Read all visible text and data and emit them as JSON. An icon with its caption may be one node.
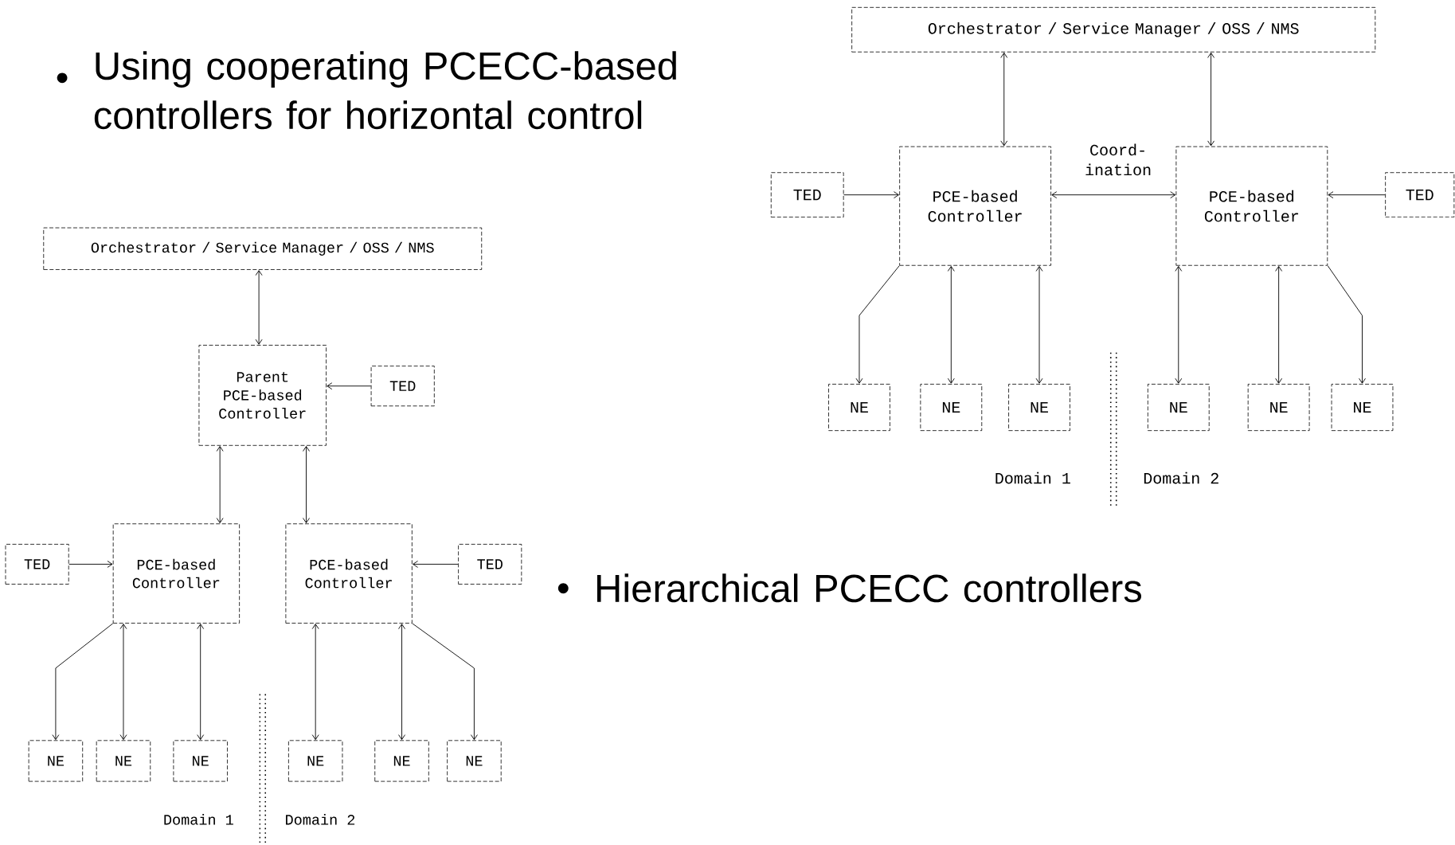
{
  "diagram": {
    "nodes": [
      {
        "text": [
          "Orchestrator / Service Manager / OSS / NMS"
        ]
      },
      {
        "text": [
          "TED"
        ]
      },
      {
        "text": [
          "PCE-based Controller"
        ]
      },
      {
        "text": [
          "PCE-based Controller"
        ]
      },
      {
        "text": [
          "TED"
        ]
      },
      {
        "text": [
          "NE"
        ]
      },
      {
        "text": [
          "NE"
        ]
      },
      {
        "text": [
          "NE"
        ]
      },
      {
        "text": [
          "NE"
        ]
      },
      {
        "text": [
          "NE"
        ]
      },
      {
        "text": [
          "NE"
        ]
      },
      {
        "text": [
          "Orchestrator / Service Manager / OSS / NMS"
        ]
      },
      {
        "text": [
          "Parent PCE-based Controller"
        ]
      },
      {
        "text": [
          "TED"
        ]
      },
      {
        "text": [
          "TED"
        ]
      },
      {
        "text": [
          "PCE-based Controller"
        ]
      },
      {
        "text": [
          "PCE-based Controller"
        ]
      },
      {
        "text": [
          "TED"
        ]
      },
      {
        "text": [
          "NE"
        ]
      },
      {
        "text": [
          "NE"
        ]
      },
      {
        "text": [
          "NE"
        ]
      },
      {
        "text": [
          "NE"
        ]
      },
      {
        "text": [
          "NE"
        ]
      },
      {
        "text": [
          "NE"
        ]
      }
    ],
    "edges": [
      {
        "from": 0,
        "to": 2,
        "arrow": "both"
      },
      {
        "from": 0,
        "to": 3,
        "arrow": "both"
      },
      {
        "from": 1,
        "to": 2,
        "arrow": "to"
      },
      {
        "from": 2,
        "to": 3,
        "arrow": "both",
        "label": "Coord- ination"
      },
      {
        "from": 4,
        "to": 3,
        "arrow": "to"
      },
      {
        "from": 2,
        "to": 5,
        "arrow": "to"
      },
      {
        "from": 2,
        "to": 6,
        "arrow": "both"
      },
      {
        "from": 2,
        "to": 7,
        "arrow": "both"
      },
      {
        "from": 3,
        "to": 8,
        "arrow": "both"
      },
      {
        "from": 3,
        "to": 9,
        "arrow": "both"
      },
      {
        "from": 3,
        "to": 10,
        "arrow": "to"
      },
      {
        "from": 11,
        "to": 12,
        "arrow": "both"
      },
      {
        "from": 13,
        "to": 12,
        "arrow": "to"
      },
      {
        "from": 12,
        "to": 15,
        "arrow": "both"
      },
      {
        "from": 12,
        "to": 16,
        "arrow": "both"
      },
      {
        "from": 14,
        "to": 15,
        "arrow": "to"
      },
      {
        "from": 17,
        "to": 16,
        "arrow": "to"
      },
      {
        "from": 15,
        "to": 18,
        "arrow": "to"
      },
      {
        "from": 15,
        "to": 19,
        "arrow": "both"
      },
      {
        "from": 15,
        "to": 20,
        "arrow": "both"
      },
      {
        "from": 16,
        "to": 21,
        "arrow": "both"
      },
      {
        "from": 16,
        "to": 22,
        "arrow": "both"
      },
      {
        "from": 16,
        "to": 23,
        "arrow": "to"
      }
    ],
    "labels": [
      "Using cooperating PCECC-based controllers for horizontal control",
      "Domain 1",
      "Domain 2",
      "Hierarchical PCECC controllers",
      "Domain 1",
      "Domain 2"
    ]
  }
}
